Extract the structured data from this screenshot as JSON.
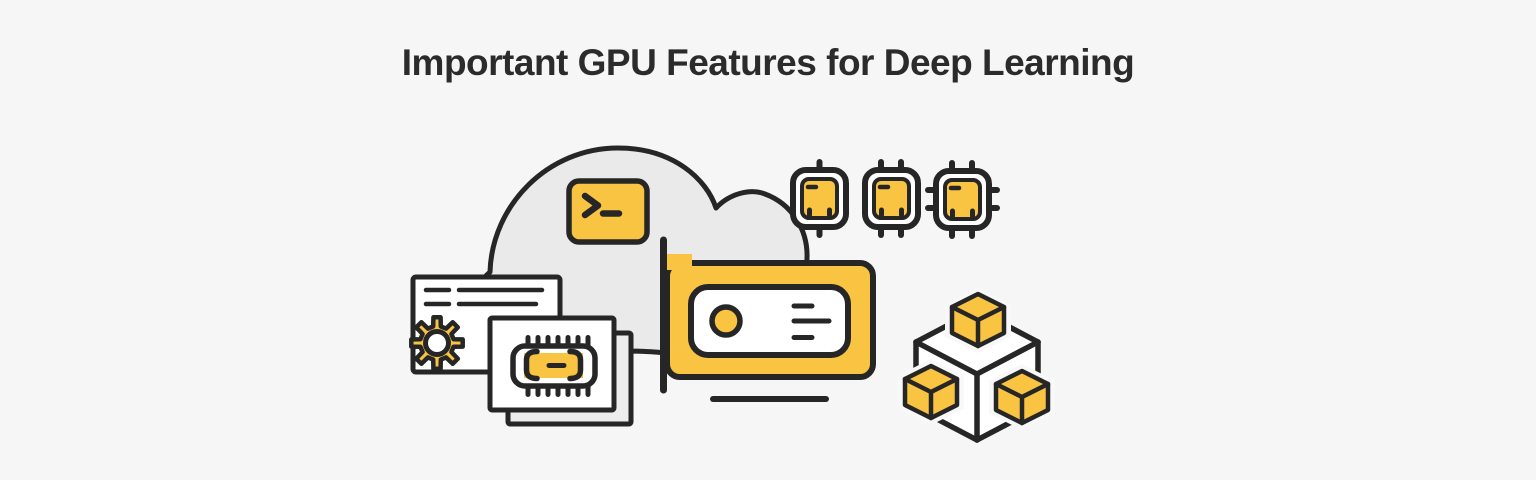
{
  "page": {
    "title": "Important GPU Features for Deep Learning"
  },
  "colors": {
    "background": "#F6F6F6",
    "cloud_fill": "#EAEAEA",
    "accent_yellow": "#F9C441",
    "outline": "#262626",
    "white": "#FFFFFF",
    "back_card_fill": "#ECECEC",
    "halo": "#F8F8F8",
    "title_color": "#2B2B2B"
  },
  "illustration": {
    "icons": [
      {
        "name": "cloud-icon",
        "label": "cloud"
      },
      {
        "name": "terminal-icon",
        "label": "terminal prompt >_"
      },
      {
        "name": "certificate-icon",
        "label": "document with text lines"
      },
      {
        "name": "gear-icon",
        "label": "settings gear"
      },
      {
        "name": "chip-cards-icon",
        "label": "stacked cards with microchip"
      },
      {
        "name": "gpu-card-icon",
        "label": "graphics card with fan"
      },
      {
        "name": "processor-chips-icon",
        "label": "three processor chips"
      },
      {
        "name": "cubes-icon",
        "label": "cluster of three cubes"
      }
    ]
  }
}
